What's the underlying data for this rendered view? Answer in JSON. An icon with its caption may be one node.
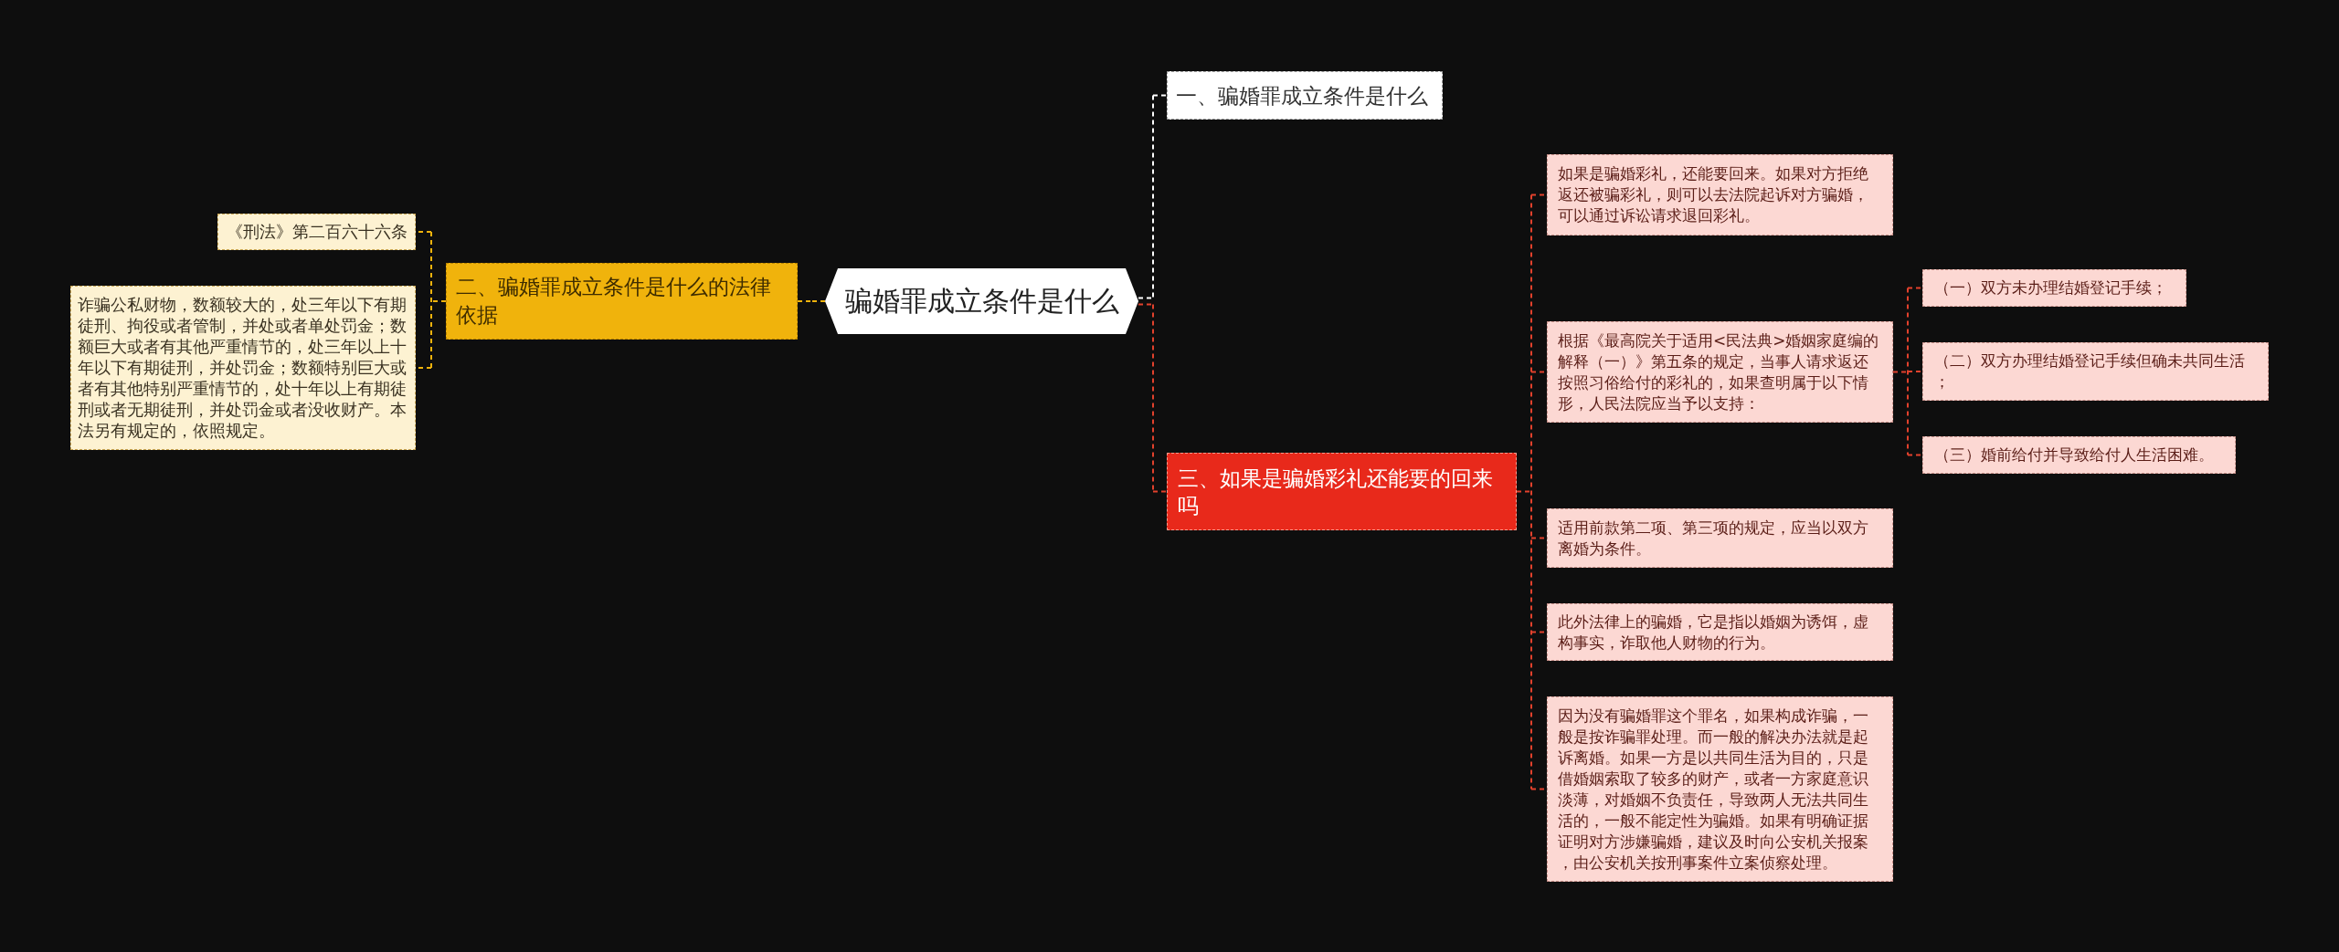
{
  "diagram": {
    "nodes": [
      {
        "text": [
          "骗婚罪成立条件是什么"
        ]
      },
      {
        "text": [
          "一、骗婚罪成立条件是什么"
        ]
      },
      {
        "text": [
          "二、骗婚罪成立条件是什么的法律依据"
        ]
      },
      {
        "text": [
          "《刑法》第二百六十六条"
        ]
      },
      {
        "text": [
          "诈骗公私财物，数额较大的，处三年以下有期徒刑、拘役或者管制，并处或者单处罚金；数额巨大或者有其他严重情节的，处三年以上十年以下有期徒刑，并处罚金；数额特别巨大或者有其他特别严重情节的，处十年以上有期徒刑或者无期徒刑，并处罚金或者没收财产。本法另有规定的，依照规定。"
        ]
      },
      {
        "text": [
          "三、如果是骗婚彩礼还能要的回来吗"
        ]
      },
      {
        "text": [
          "如果是骗婚彩礼，还能要回来。如果对方拒绝返还被骗彩礼，则可以去法院起诉对方骗婚，可以通过诉讼请求退回彩礼。"
        ]
      },
      {
        "text": [
          "根据《最高院关于适用<民法典>婚姻家庭编的解释（一）》第五条的规定，当事人请求返还按照习俗给付的彩礼的，如果查明属于以下情形，人民法院应当予以支持："
        ]
      },
      {
        "text": [
          "（一）双方未办理结婚登记手续；"
        ]
      },
      {
        "text": [
          "（二）双方办理结婚登记手续但确未共同生活；"
        ]
      },
      {
        "text": [
          "（三）婚前给付并导致给付人生活困难。"
        ]
      },
      {
        "text": [
          "适用前款第二项、第三项的规定，应当以双方离婚为条件。"
        ]
      },
      {
        "text": [
          "此外法律上的骗婚，它是指以婚姻为诱饵，虚构事实，诈取他人财物的行为。"
        ]
      },
      {
        "text": [
          "因为没有骗婚罪这个罪名，如果构成诈骗，一般是按诈骗罪处理。而一般的解决办法就是起诉离婚。如果一方是以共同生活为目的，只是借婚姻索取了较多的财产，或者一方家庭意识淡薄，对婚姻不负责任，导致两人无法共同生活的，一般不能定性为骗婚。如果有明确证据证明对方涉嫌骗婚，建议及时向公安机关报案，由公安机关按刑事案件立案侦察处理。"
        ]
      }
    ],
    "edges": [
      {
        "from": 0,
        "to": 1,
        "arrow": "none",
        "style": "dashed",
        "color": "#ffffff"
      },
      {
        "from": 0,
        "to": 2,
        "arrow": "none",
        "style": "dashed",
        "color": "#f0b30c"
      },
      {
        "from": 2,
        "to": 3,
        "arrow": "none",
        "style": "dashed",
        "color": "#f0b30c"
      },
      {
        "from": 2,
        "to": 4,
        "arrow": "none",
        "style": "dashed",
        "color": "#f0b30c"
      },
      {
        "from": 0,
        "to": 5,
        "arrow": "none",
        "style": "dashed"
      },
      {
        "from": 5,
        "to": 6,
        "arrow": "none",
        "style": "dashed"
      },
      {
        "from": 5,
        "to": 7,
        "arrow": "none",
        "style": "dashed"
      },
      {
        "from": 5,
        "to": 11,
        "arrow": "none",
        "style": "dashed"
      },
      {
        "from": 5,
        "to": 12,
        "arrow": "none",
        "style": "dashed"
      },
      {
        "from": 5,
        "to": 13,
        "arrow": "none",
        "style": "dashed"
      },
      {
        "from": 7,
        "to": 8,
        "arrow": "none",
        "style": "dashed"
      },
      {
        "from": 7,
        "to": 9,
        "arrow": "none",
        "style": "dashed"
      },
      {
        "from": 7,
        "to": 10,
        "arrow": "none",
        "style": "dashed"
      }
    ]
  }
}
